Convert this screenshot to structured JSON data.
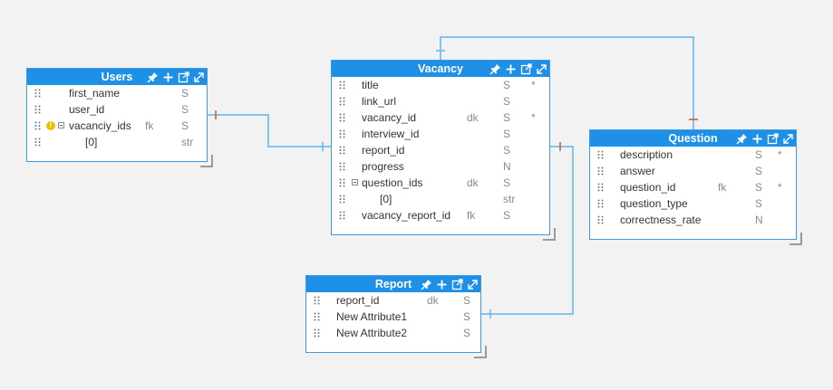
{
  "colors": {
    "header": "#1e90e8",
    "border": "#3d9ae0",
    "connector": "#5fb3ef",
    "marker": "#d9532c",
    "warning": "#e6c200",
    "background": "#f2f2f2"
  },
  "toolbar_icons": [
    "pin-icon",
    "add-icon",
    "open-external-icon",
    "expand-icon"
  ],
  "entities": {
    "users": {
      "title": "Users",
      "rows": [
        {
          "name": "first_name",
          "key": "",
          "type": "S",
          "req": ""
        },
        {
          "name": "user_id",
          "key": "",
          "type": "S",
          "req": ""
        },
        {
          "name": "vacanciy_ids",
          "key": "fk",
          "type": "S",
          "req": ""
        },
        {
          "name": "[0]",
          "key": "",
          "type": "str",
          "req": ""
        }
      ]
    },
    "vacancy": {
      "title": "Vacancy",
      "rows": [
        {
          "name": "title",
          "key": "",
          "type": "S",
          "req": "*"
        },
        {
          "name": "link_url",
          "key": "",
          "type": "S",
          "req": ""
        },
        {
          "name": "vacancy_id",
          "key": "dk",
          "type": "S",
          "req": "*"
        },
        {
          "name": "interview_id",
          "key": "",
          "type": "S",
          "req": ""
        },
        {
          "name": "report_id",
          "key": "",
          "type": "S",
          "req": ""
        },
        {
          "name": "progress",
          "key": "",
          "type": "N",
          "req": ""
        },
        {
          "name": "question_ids",
          "key": "dk",
          "type": "S",
          "req": ""
        },
        {
          "name": "[0]",
          "key": "",
          "type": "str",
          "req": ""
        },
        {
          "name": "vacancy_report_id",
          "key": "fk",
          "type": "S",
          "req": ""
        }
      ]
    },
    "question": {
      "title": "Question",
      "rows": [
        {
          "name": "description",
          "key": "",
          "type": "S",
          "req": "*"
        },
        {
          "name": "answer",
          "key": "",
          "type": "S",
          "req": ""
        },
        {
          "name": "question_id",
          "key": "fk",
          "type": "S",
          "req": "*"
        },
        {
          "name": "question_type",
          "key": "",
          "type": "S",
          "req": ""
        },
        {
          "name": "correctness_rate",
          "key": "",
          "type": "N",
          "req": ""
        }
      ]
    },
    "report": {
      "title": "Report",
      "rows": [
        {
          "name": "report_id",
          "key": "dk",
          "type": "S",
          "req": ""
        },
        {
          "name": "New Attribute1",
          "key": "",
          "type": "S",
          "req": ""
        },
        {
          "name": "New Attribute2",
          "key": "",
          "type": "S",
          "req": ""
        }
      ]
    }
  }
}
